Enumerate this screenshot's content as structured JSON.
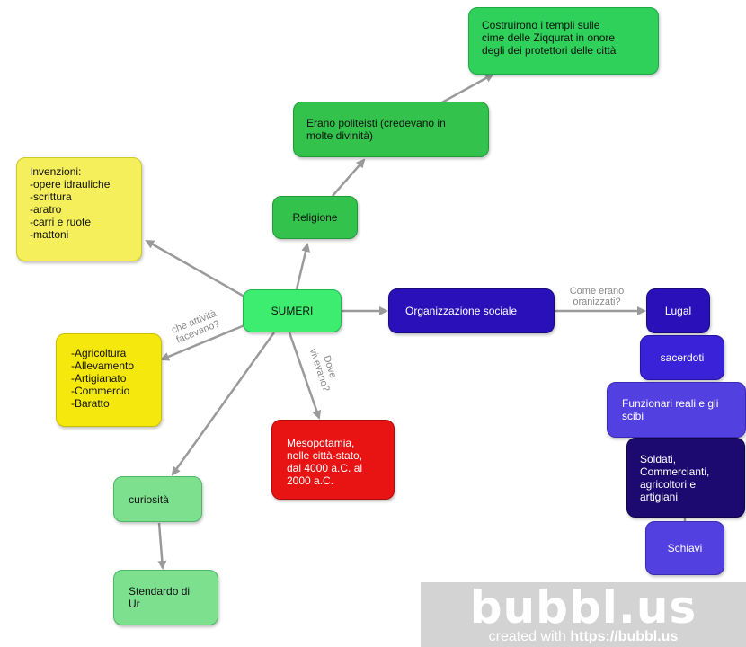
{
  "nodes": {
    "sumeri": "SUMERI",
    "religione": "Religione",
    "politeisti": "Erano politeisti  (credevano in\nmolte divinità)",
    "templi": "Costruirono i  templi  sulle\ncime delle Ziqqurat in onore\ndegli dei protettori delle città",
    "invenzioni": "Invenzioni:\n-opere idrauliche\n-scrittura\n-aratro\n-carri e ruote\n-mattoni",
    "attivita": "-Agricoltura\n-Allevamento\n-Artigianato\n-Commercio\n-Baratto",
    "mesopotamia": "Mesopotamia,\nnelle città-stato,\ndal 4000 a.C. al\n2000 a.C.",
    "curiosita": "curiosità",
    "stendardo": "Stendardo di\nUr",
    "organizzazione": "Organizzazione  sociale",
    "lugal": "Lugal",
    "sacerdoti": "sacerdoti",
    "funzionari": "Funzionari reali  e  gli\nscibi",
    "soldati": "Soldati,\n  Commercianti,\n  agricoltori  e\n  artigiani",
    "schiavi": "Schiavi"
  },
  "edge_labels": {
    "attivita": "che attività\nfacevano?",
    "dove": "Dove\nvivevano?",
    "come": "Come erano\noranizzati?"
  },
  "watermark": {
    "logo": "bubbl.us",
    "credit_prefix": "created with",
    "credit_url": "https://bubbl.us"
  },
  "colors": {
    "edge": "#9a9a9a",
    "hub": "#3ded70",
    "green": "#33c24c",
    "light_green": "#7de08f",
    "yellow": "#f4ef5a",
    "bright_yellow": "#f5e80c",
    "red": "#e81414",
    "blue": "#2a10b8",
    "navy": "#1c0a70"
  }
}
